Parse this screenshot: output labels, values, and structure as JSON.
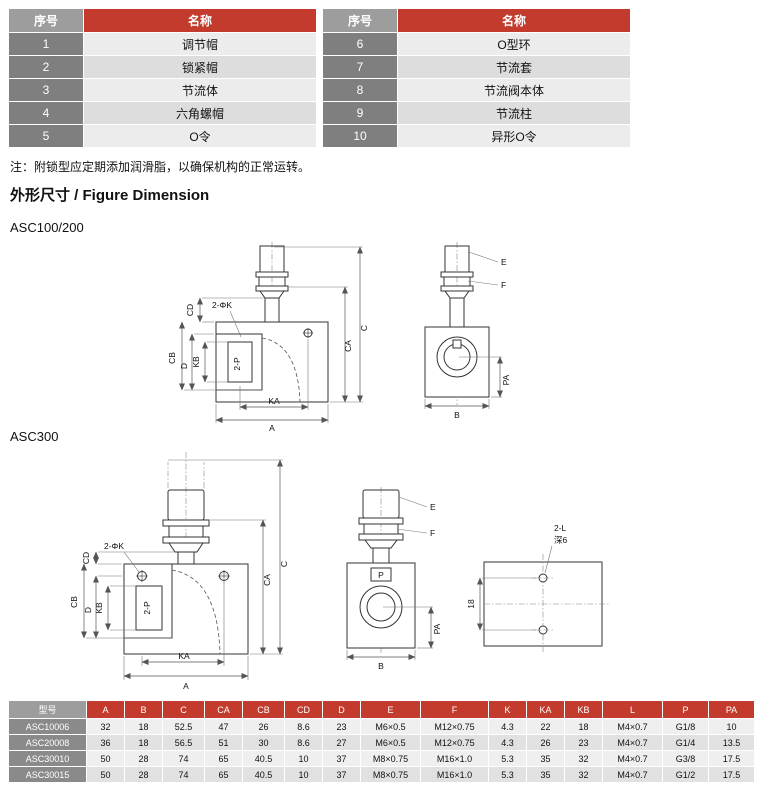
{
  "page": {
    "note": "注：附锁型应定期添加润滑脂，以确保机构的正常运转。",
    "section_title": "外形尺寸 / Figure Dimension",
    "model_label_1": "ASC100/200",
    "model_label_2": "ASC300"
  },
  "colors": {
    "header_red": "#c23b2d",
    "header_gray": "#9d9d9d",
    "index_col_gray": "#7f7f7f",
    "row_light": "#f0efef",
    "row_dark": "#e2e1e1"
  },
  "parts_table_left": {
    "col_no": "序号",
    "col_name": "名称",
    "rows": [
      {
        "no": "1",
        "name": "调节帽"
      },
      {
        "no": "2",
        "name": "锁紧帽"
      },
      {
        "no": "3",
        "name": "节流体"
      },
      {
        "no": "4",
        "name": "六角螺帽"
      },
      {
        "no": "5",
        "name": "O令"
      }
    ]
  },
  "parts_table_right": {
    "col_no": "序号",
    "col_name": "名称",
    "rows": [
      {
        "no": "6",
        "name": "O型环"
      },
      {
        "no": "7",
        "name": "节流套"
      },
      {
        "no": "8",
        "name": "节流阀本体"
      },
      {
        "no": "9",
        "name": "节流柱"
      },
      {
        "no": "10",
        "name": "异形O令"
      }
    ]
  },
  "drawings": {
    "asc100_side": {
      "cd": "CD",
      "phik": "2-ΦK",
      "cb": "CB",
      "d": "D",
      "kb": "KB",
      "p2": "2-P",
      "ca": "CA",
      "c": "C",
      "ka": "KA",
      "a": "A"
    },
    "asc100_front": {
      "e": "E",
      "f": "F",
      "b": "B",
      "pa": "PA"
    },
    "asc300_side": {
      "cd": "CD",
      "phik": "2-ΦK",
      "cb": "CB",
      "d": "D",
      "kb": "KB",
      "p2": "2-P",
      "ca": "CA",
      "c": "C",
      "ka": "KA",
      "a": "A"
    },
    "asc300_front": {
      "p": "P",
      "e": "E",
      "f": "F",
      "b": "B",
      "pa": "PA"
    },
    "asc300_end": {
      "l2": "2-L",
      "depth": "深6",
      "spacing": "18"
    }
  },
  "spec_table": {
    "headers": [
      "型号",
      "A",
      "B",
      "C",
      "CA",
      "CB",
      "CD",
      "D",
      "E",
      "F",
      "K",
      "KA",
      "KB",
      "L",
      "P",
      "PA"
    ],
    "rows": [
      [
        "ASC10006",
        "32",
        "18",
        "52.5",
        "47",
        "26",
        "8.6",
        "23",
        "M6×0.5",
        "M12×0.75",
        "4.3",
        "22",
        "18",
        "M4×0.7",
        "G1/8",
        "10"
      ],
      [
        "ASC20008",
        "36",
        "18",
        "56.5",
        "51",
        "30",
        "8.6",
        "27",
        "M6×0.5",
        "M12×0.75",
        "4.3",
        "26",
        "23",
        "M4×0.7",
        "G1/4",
        "13.5"
      ],
      [
        "ASC30010",
        "50",
        "28",
        "74",
        "65",
        "40.5",
        "10",
        "37",
        "M8×0.75",
        "M16×1.0",
        "5.3",
        "35",
        "32",
        "M4×0.7",
        "G3/8",
        "17.5"
      ],
      [
        "ASC30015",
        "50",
        "28",
        "74",
        "65",
        "40.5",
        "10",
        "37",
        "M8×0.75",
        "M16×1.0",
        "5.3",
        "35",
        "32",
        "M4×0.7",
        "G1/2",
        "17.5"
      ]
    ]
  }
}
